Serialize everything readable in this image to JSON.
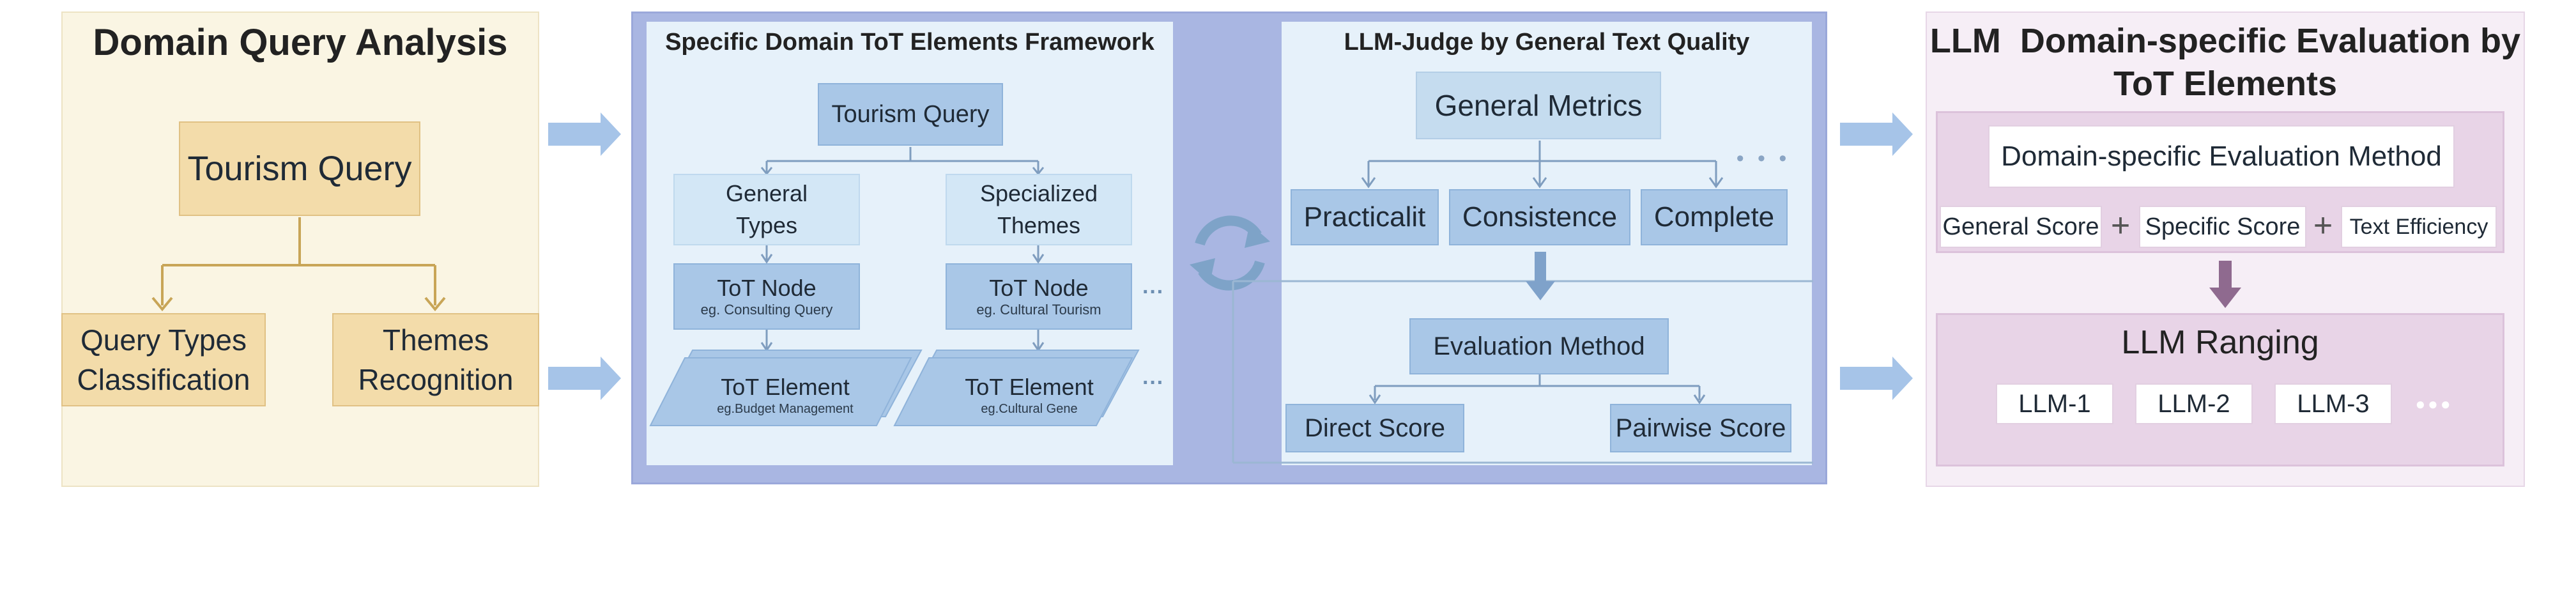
{
  "panel1": {
    "title": "Domain Query Analysis",
    "query": "Tourism Query",
    "types_line1": "Query Types",
    "types_line2": "Classification",
    "themes_line1": "Themes",
    "themes_line2": "Recognition"
  },
  "framework": {
    "title": "Specific Domain ToT Elements Framework",
    "query": "Tourism Query",
    "general_line1": "General",
    "general_line2": "Types",
    "specialized_line1": "Specialized",
    "specialized_line2": "Themes",
    "node_left": "ToT Node",
    "node_left_eg": "eg. Consulting Query",
    "node_right": "ToT Node",
    "node_right_eg": "eg. Cultural Tourism",
    "element_left": "ToT Element",
    "element_left_eg": "eg.Budget Management",
    "element_right": "ToT Element",
    "element_right_eg": "eg.Cultural Gene",
    "ellipsis": "···"
  },
  "judge": {
    "title": "LLM-Judge by General Text Quality",
    "metrics": "General Metrics",
    "practicality": "Practicalit",
    "consistence": "Consistence",
    "complete": "Complete",
    "ellipsis": "• • •",
    "evaluation_method": "Evaluation Method",
    "direct": "Direct Score",
    "pairwise": "Pairwise Score"
  },
  "panel3": {
    "title_line1": "LLM  Domain-specific Evaluation by",
    "title_line2": "ToT Elements",
    "method": "Domain-specific Evaluation Method",
    "general_score": "General Score",
    "plus": "+",
    "specific_score": "Specific Score",
    "text_efficiency": "Text Efficiency",
    "ranging": "LLM Ranging",
    "llms": [
      "LLM-1",
      "LLM-2",
      "LLM-3"
    ],
    "ellipsis": "●●●"
  },
  "colors": {
    "panel1_bg": "#faf5e3",
    "tan": "#f3dcaa",
    "framework_outer": "#a9b6e2",
    "framework_inner": "#e6f1fa",
    "box_blue": "#a9c7e7",
    "panel3_bg": "#f6eef6",
    "pink": "#e8d4e7",
    "arrow": "#a6c4e8",
    "purple_arrow": "#8f6a8f"
  }
}
